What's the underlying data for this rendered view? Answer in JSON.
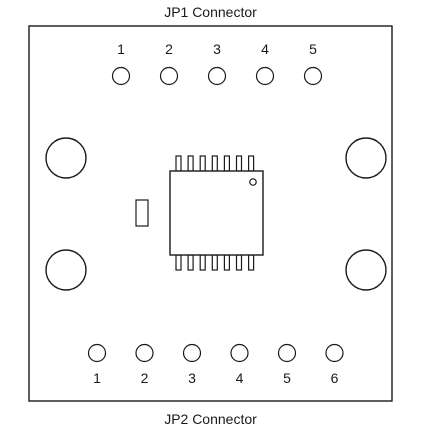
{
  "labels": {
    "top_connector": "JP1 Connector",
    "bottom_connector": "JP2 Connector"
  },
  "jp1_pins": [
    "1",
    "2",
    "3",
    "4",
    "5"
  ],
  "jp2_pins": [
    "1",
    "2",
    "3",
    "4",
    "5",
    "6"
  ],
  "colors": {
    "stroke": "#1a1a1a",
    "fill": "#ffffff"
  }
}
